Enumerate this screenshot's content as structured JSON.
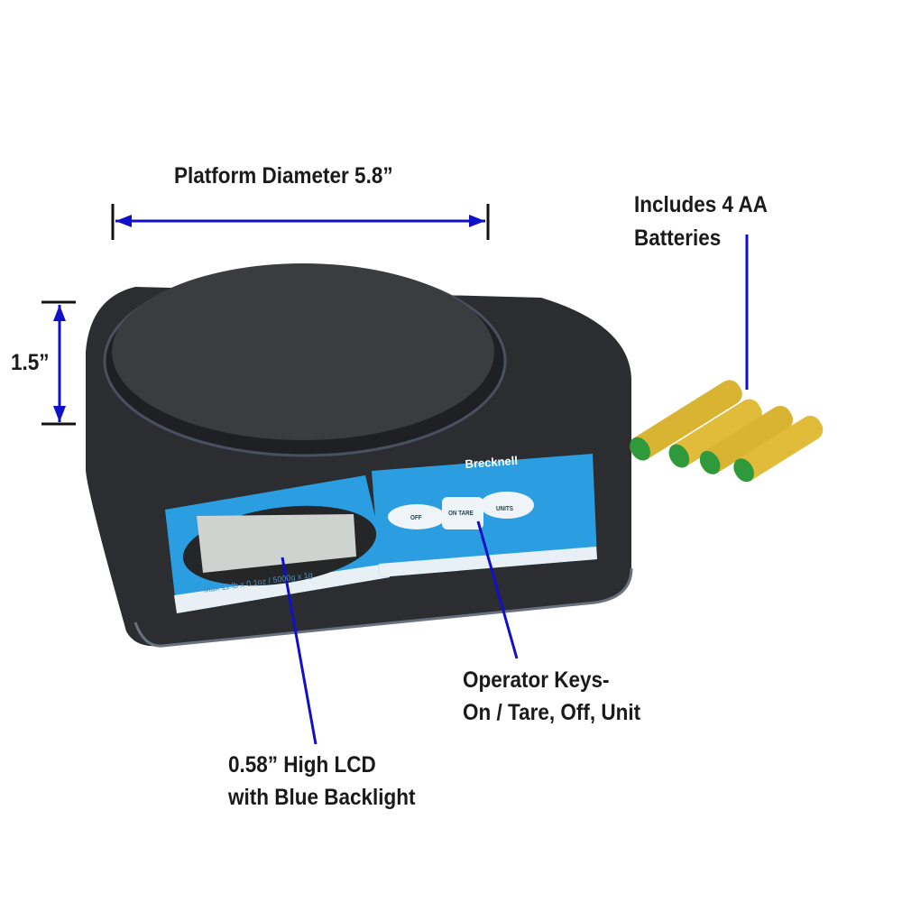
{
  "annotations": {
    "platform_diameter": "Platform Diameter 5.8”",
    "height": "1.5”",
    "batteries_line1": "Includes 4 AA",
    "batteries_line2": "Batteries",
    "keys_line1": "Operator Keys-",
    "keys_line2": "On / Tare, Off, Unit",
    "lcd_line1": "0.58” High LCD",
    "lcd_line2": "with Blue Backlight"
  },
  "scale": {
    "brand": "Brecknell",
    "capacity": "Max 11 lb x 0.1oz / 5000g x 1g",
    "keys": [
      {
        "label": "OFF"
      },
      {
        "label": "ON TARE"
      },
      {
        "label": "UNITS"
      }
    ]
  },
  "colors": {
    "annotation_line": "#1010c8",
    "panel_blue": "#2a9ee0",
    "scale_body": "#2b2d31",
    "battery_gold": "#d9b332",
    "battery_green": "#2e9a3c"
  }
}
